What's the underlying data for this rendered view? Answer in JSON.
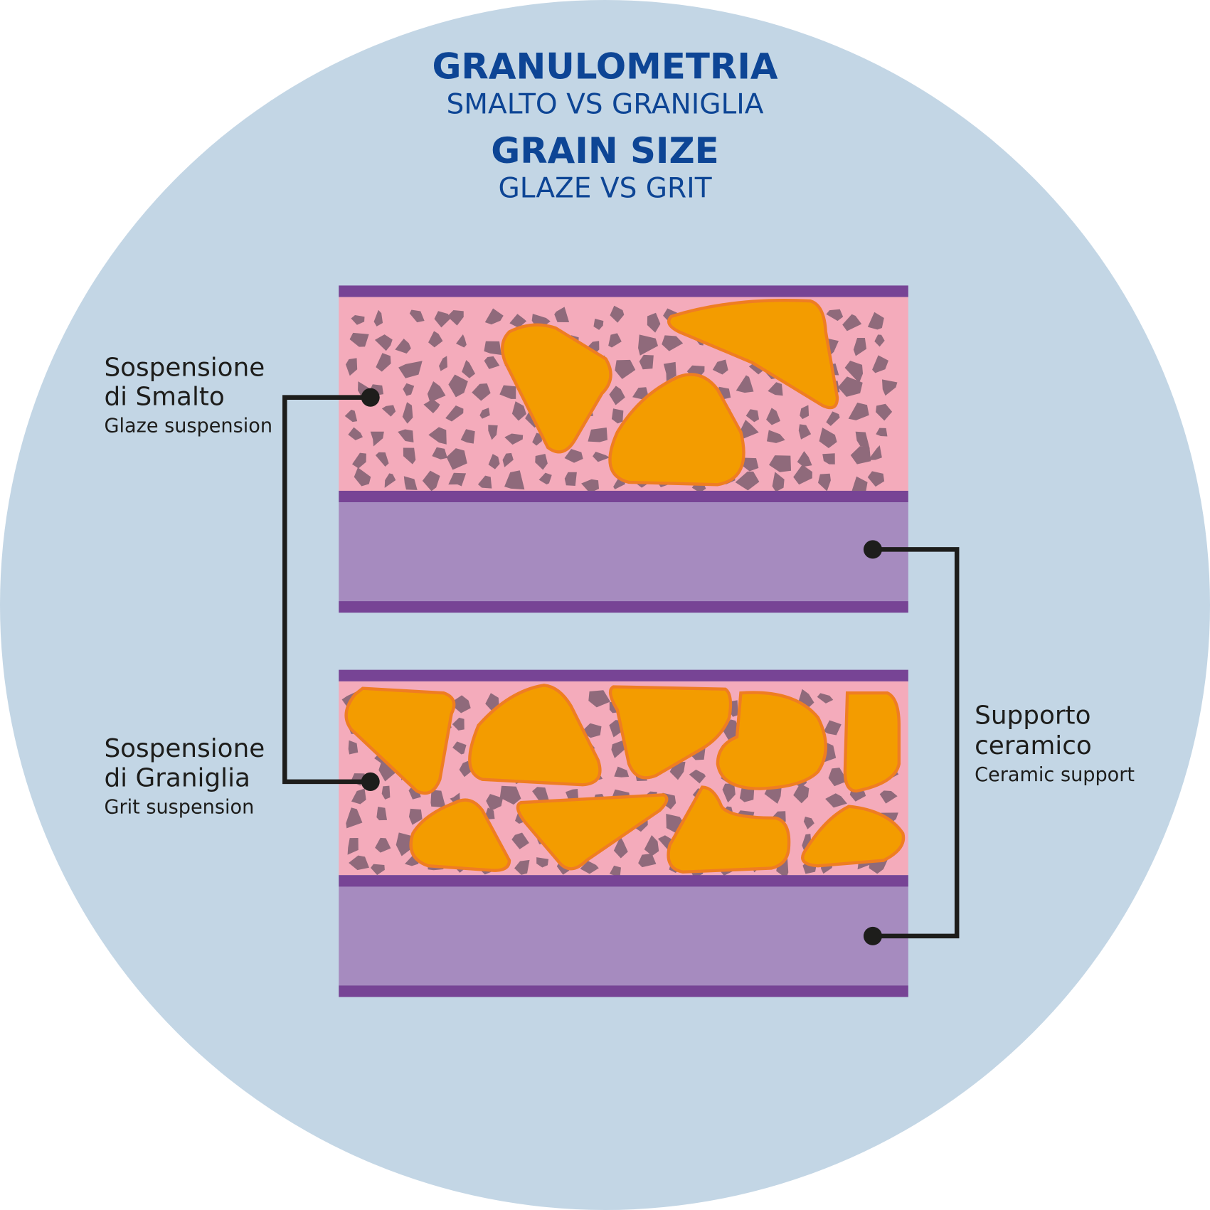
{
  "title": {
    "it_main": "GRANULOMETRIA",
    "it_sub": "SMALTO VS GRANIGLIA",
    "en_main": "GRAIN SIZE",
    "en_sub": "GLAZE VS GRIT"
  },
  "labels": {
    "glaze": {
      "it_line1": "Sospensione",
      "it_line2": "di Smalto",
      "en": "Glaze suspension"
    },
    "grit": {
      "it_line1": "Sospensione",
      "it_line2": "di Graniglia",
      "en": "Grit suspension"
    },
    "support": {
      "it_line1": "Supporto",
      "it_line2": "ceramico",
      "en": "Ceramic support"
    }
  },
  "colors": {
    "background_circle": "#c3d6e5",
    "band": "#774495",
    "support": "#a68bbf",
    "suspension": "#f4abbb",
    "fine_particle": "#8f6a7b",
    "grit_particle": "#f39c00",
    "grit_edge": "#ef7d22",
    "title": "#0d4595",
    "connector": "#1d1d1b"
  }
}
